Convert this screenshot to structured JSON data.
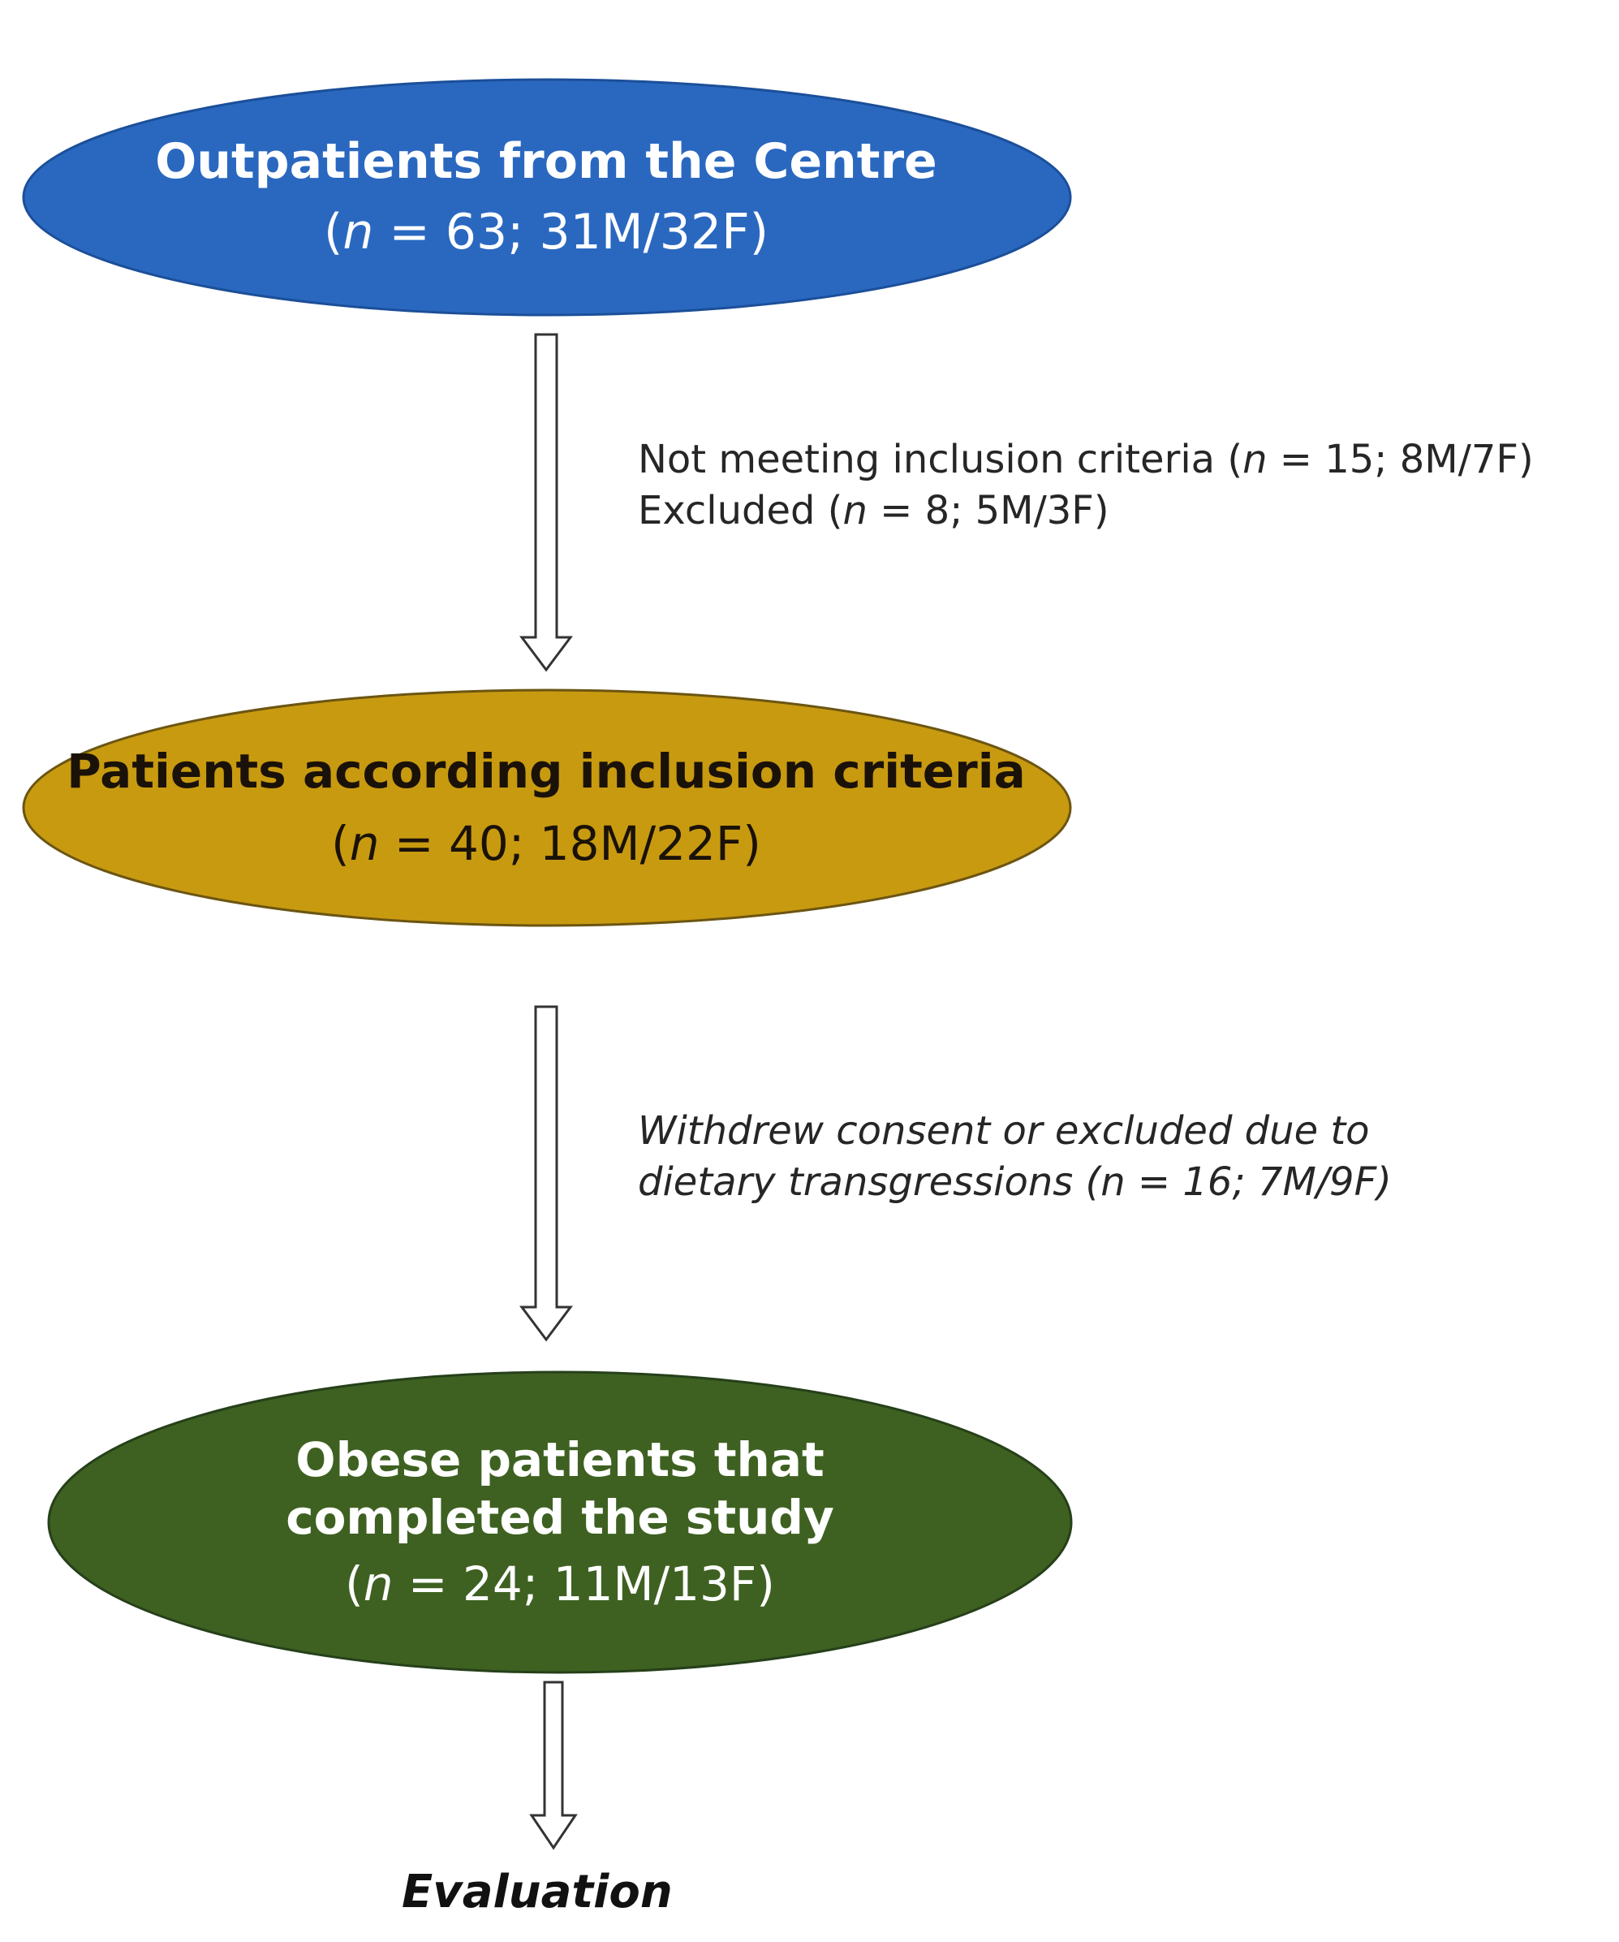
{
  "colors": {
    "node1_fill": "#2a68c0",
    "node1_edge": "#1b4f99",
    "node2_fill": "#c89a10",
    "node2_edge": "#6b5512",
    "node3_fill": "#3e6121",
    "node3_edge": "#26401a",
    "arrow": "#333333"
  },
  "nodes": [
    {
      "title": "Outpatients from the Centre",
      "count_open": "(",
      "count_n": "n",
      "count_rest": " = 63; 31M/32F)"
    },
    {
      "title": "Patients according inclusion criteria",
      "count_open": "(",
      "count_n": "n",
      "count_rest": " = 40; 18M/22F)"
    },
    {
      "title_line1": "Obese patients that",
      "title_line2": "completed the study",
      "count_open": "(",
      "count_n": "n",
      "count_rest": " = 24; 11M/13F)"
    }
  ],
  "notes": {
    "first": {
      "line1_pre": "Not meeting inclusion criteria (",
      "line1_n": "n",
      "line1_post": " = 15; 8M/7F)",
      "line2_pre": "Excluded (",
      "line2_n": "n",
      "line2_post": " = 8; 5M/3F)"
    },
    "second": {
      "line1": "Withdrew consent or excluded due to",
      "line2": "dietary transgressions (n = 16; 7M/9F)"
    }
  },
  "end_label": "Evaluation"
}
